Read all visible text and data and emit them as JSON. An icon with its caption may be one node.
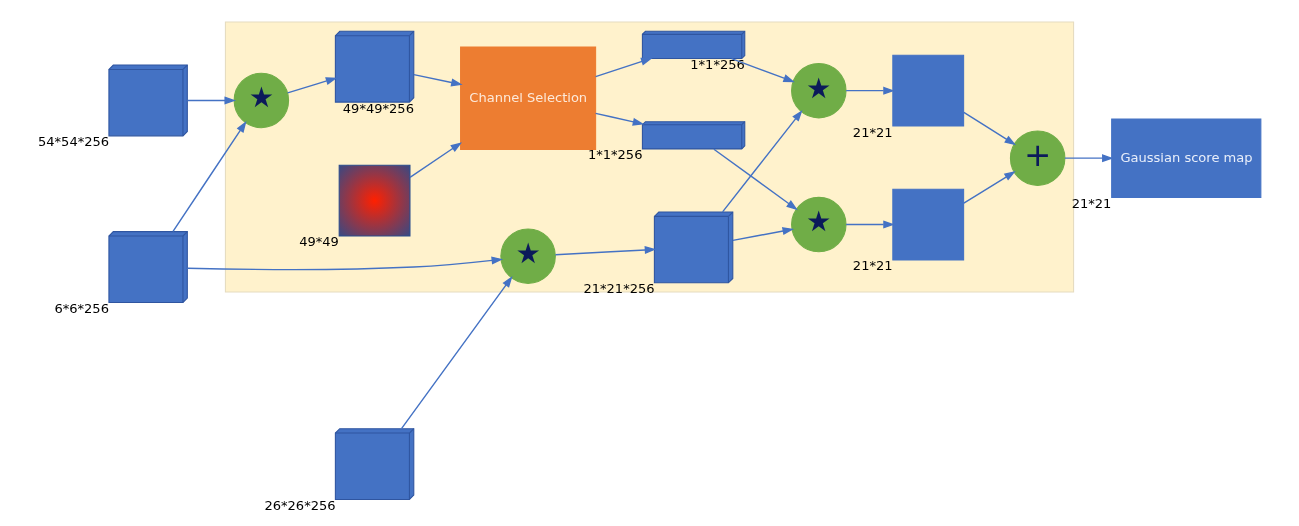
{
  "diagram": {
    "nodes": [
      {
        "text": [],
        "shape": "box"
      },
      {
        "text": [],
        "shape": "cube",
        "beside": [
          "6*6*256"
        ]
      },
      {
        "text": [],
        "shape": "cube",
        "beside": [
          "54*54*256"
        ]
      },
      {
        "text": [],
        "shape": "cube",
        "beside": [
          "26*26*256"
        ]
      },
      {
        "text": [
          "★"
        ],
        "in": 0
      },
      {
        "text": [
          "★"
        ],
        "in": 0
      },
      {
        "text": [],
        "shape": "cube",
        "beside": [
          "49*49*256"
        ],
        "in": 0
      },
      {
        "text": [],
        "shape": "cube",
        "beside": [
          "21*21*256"
        ],
        "in": 0
      },
      {
        "text": [],
        "shape": "picture",
        "beside": [
          "49*49"
        ],
        "in": 0
      },
      {
        "text": [
          "Channel Selection"
        ],
        "in": 0
      },
      {
        "text": [],
        "shape": "cube",
        "beside": [
          "1*1*256"
        ],
        "in": 0
      },
      {
        "text": [],
        "shape": "cube",
        "beside": [
          "1*1*256"
        ],
        "in": 0
      },
      {
        "text": [
          "★"
        ],
        "in": 0
      },
      {
        "text": [
          "★"
        ],
        "in": 0
      },
      {
        "text": [],
        "shape": "box",
        "beside": [
          "21*21"
        ],
        "in": 0
      },
      {
        "text": [],
        "shape": "box",
        "beside": [
          "21*21"
        ],
        "in": 0
      },
      {
        "text": [
          "+"
        ],
        "in": 0
      },
      {
        "text": [
          "Gaussian score map"
        ],
        "beside": [
          "21*21"
        ]
      }
    ],
    "edges": [
      {
        "from": 1,
        "to": 4,
        "arrow": "to"
      },
      {
        "from": 2,
        "to": 4,
        "arrow": "to"
      },
      {
        "from": 1,
        "to": 5,
        "arrow": "to"
      },
      {
        "from": 3,
        "to": 5,
        "arrow": "to"
      },
      {
        "from": 4,
        "to": 6,
        "arrow": "to"
      },
      {
        "from": 5,
        "to": 7,
        "arrow": "to"
      },
      {
        "from": 6,
        "to": 9,
        "arrow": "to"
      },
      {
        "from": 8,
        "to": 9,
        "arrow": "to"
      },
      {
        "from": 9,
        "to": 10,
        "arrow": "to"
      },
      {
        "from": 9,
        "to": 11,
        "arrow": "to"
      },
      {
        "from": 10,
        "to": 12,
        "arrow": "to"
      },
      {
        "from": 11,
        "to": 13,
        "arrow": "to"
      },
      {
        "from": 7,
        "to": 13,
        "arrow": "to"
      },
      {
        "from": 7,
        "to": 12,
        "arrow": "to"
      },
      {
        "from": 12,
        "to": 14,
        "arrow": "to"
      },
      {
        "from": 13,
        "to": 15,
        "arrow": "to"
      },
      {
        "from": 14,
        "to": 16,
        "arrow": "to"
      },
      {
        "from": 15,
        "to": 16,
        "arrow": "to"
      },
      {
        "from": 16,
        "to": 17,
        "arrow": "to"
      }
    ]
  }
}
